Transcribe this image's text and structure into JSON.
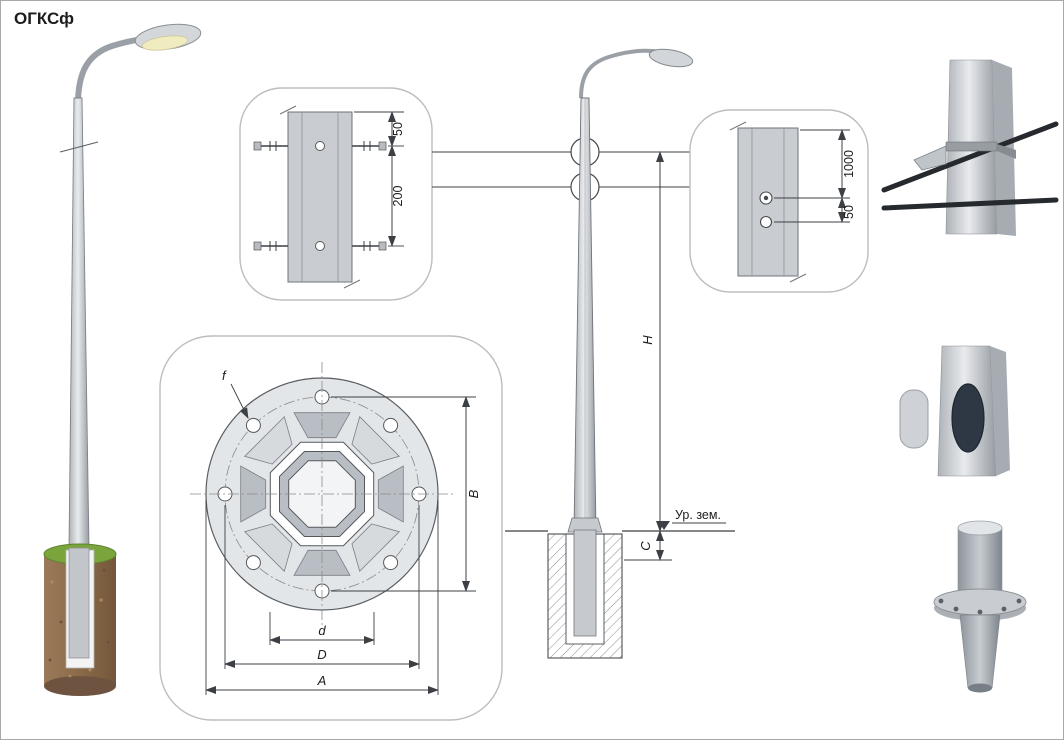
{
  "title": "ОГКСф",
  "upper_bracket_detail": {
    "top_offset": "50",
    "bolt_spacing": "200"
  },
  "hole_detail": {
    "top_offset": "1000",
    "hole_spacing": "50"
  },
  "elevation": {
    "height": "H",
    "base_offset": "C",
    "ground": "Ур. зем."
  },
  "flange_plan": {
    "hole": "f",
    "pole_width": "d",
    "bolt_circle": "D",
    "plate_width": "A",
    "bolt_span": "B"
  }
}
